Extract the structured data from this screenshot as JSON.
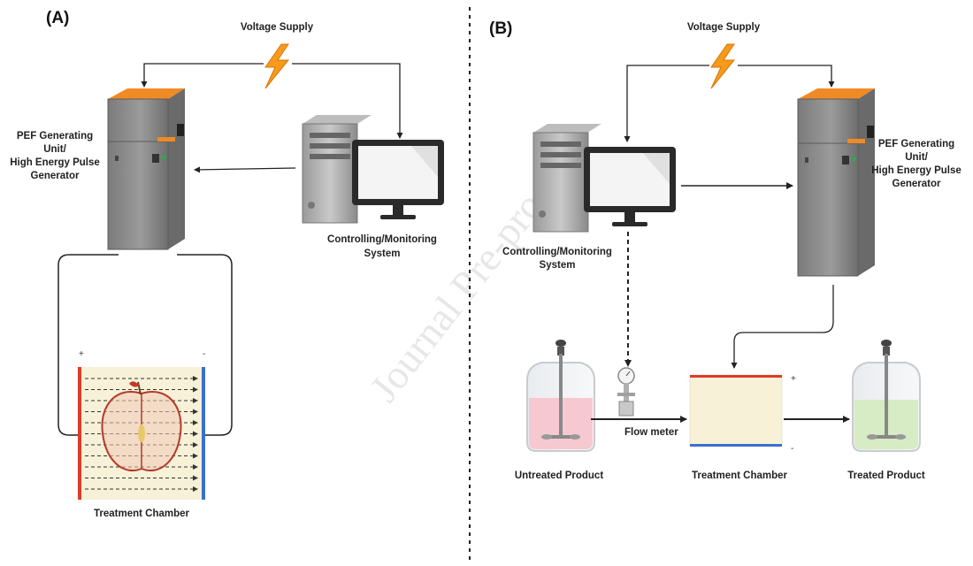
{
  "panel_a": {
    "label": "(A)",
    "voltage_supply": "Voltage Supply",
    "pef_line1": "PEF Generating",
    "pef_line2": "Unit/",
    "pef_line3": "High Energy Pulse",
    "pef_line4": "Generator",
    "control_line1": "Controlling/Monitoring",
    "control_line2": "System",
    "chamber": "Treatment Chamber",
    "plus": "+",
    "minus": "-"
  },
  "panel_b": {
    "label": "(B)",
    "voltage_supply": "Voltage Supply",
    "pef_line1": "PEF Generating",
    "pef_line2": "Unit/",
    "pef_line3": "High Energy Pulse",
    "pef_line4": "Generator",
    "control_line1": "Controlling/Monitoring",
    "control_line2": "System",
    "flow_meter": "Flow meter",
    "untreated": "Untreated Product",
    "chamber": "Treatment Chamber",
    "treated": "Treated Product",
    "plus": "+",
    "minus": "-"
  },
  "watermark": "Journal Pre-proof",
  "colors": {
    "unit_body": "#8f8f8f",
    "unit_top": "#f08a24",
    "bolt": "#f59a1b",
    "electrode_positive": "#e03a2a",
    "electrode_negative": "#3a6fd0",
    "chamber_fill": "#f7f1d8",
    "untreated_liquid": "#f6c9d0",
    "treated_liquid": "#d7ebc4"
  }
}
